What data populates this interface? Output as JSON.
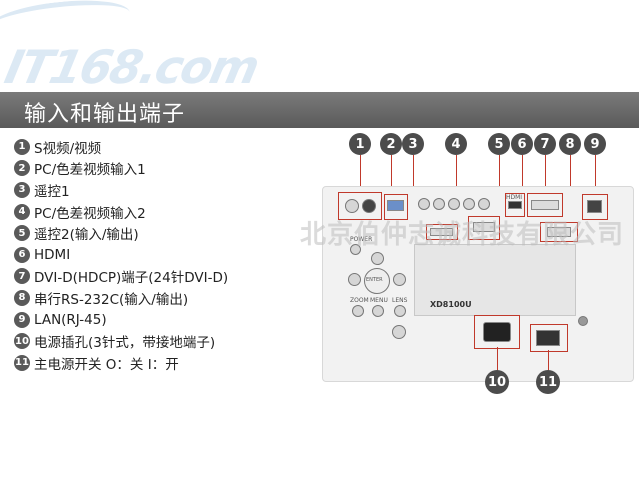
{
  "watermark": {
    "text": "IT168.com"
  },
  "header": {
    "title": "输入和输出端子"
  },
  "legend": [
    {
      "num": "1",
      "label": "S视频/视频"
    },
    {
      "num": "2",
      "label": "PC/色差视频输入1"
    },
    {
      "num": "3",
      "label": "遥控1"
    },
    {
      "num": "4",
      "label": "PC/色差视频输入2"
    },
    {
      "num": "5",
      "label": "遥控2(输入/输出)"
    },
    {
      "num": "6",
      "label": "HDMI"
    },
    {
      "num": "7",
      "label": "DVI-D(HDCP)端子(24针DVI-D)"
    },
    {
      "num": "8",
      "label": "串行RS-232C(输入/输出)"
    },
    {
      "num": "9",
      "label": "LAN(RJ-45)"
    },
    {
      "num": "10",
      "label": "电源插孔(3针式，带接地端子)"
    },
    {
      "num": "11",
      "label": "主电源开关 O：关 I：开"
    }
  ],
  "callouts_top": [
    "1",
    "2",
    "3",
    "4",
    "5",
    "6",
    "7",
    "8",
    "9"
  ],
  "callouts_bottom": [
    "10",
    "11"
  ],
  "panel": {
    "model": "XD8100U",
    "power_label": "POWER",
    "enter_label": "ENTER",
    "zoom_label": "ZOOM",
    "menu_label": "MENU",
    "lens_label": "LENS",
    "hdmi_label": "HDMI",
    "overlay_watermark": "北京伯仲志诚科技有限公司"
  }
}
